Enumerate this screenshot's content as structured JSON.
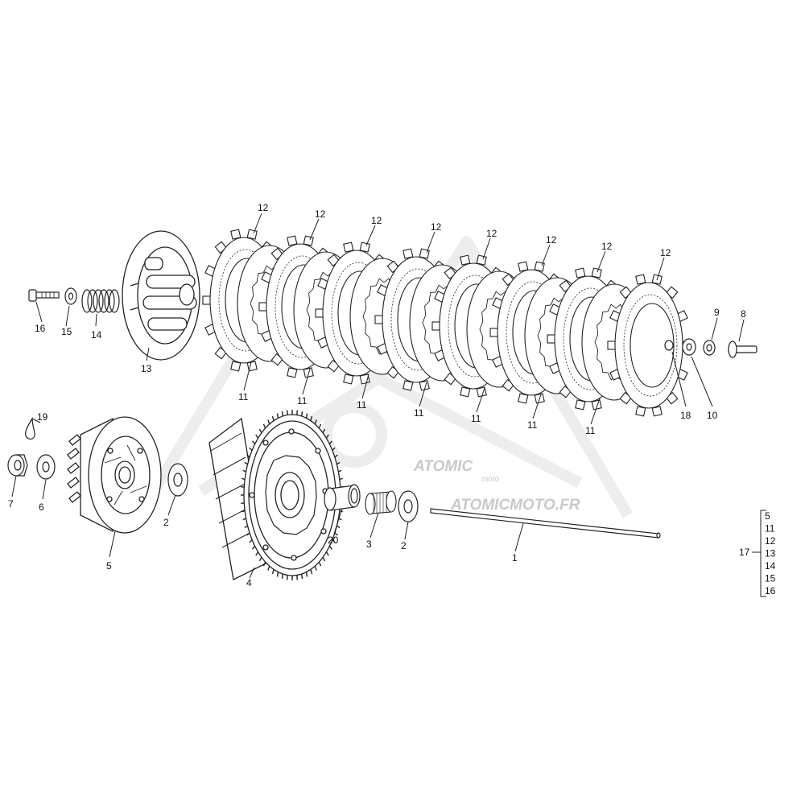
{
  "diagram": {
    "callouts": {
      "c1": "1",
      "c2a": "2",
      "c2b": "2",
      "c3": "3",
      "c4": "4",
      "c5": "5",
      "c6": "6",
      "c7": "7",
      "c8": "8",
      "c9": "9",
      "c10": "10",
      "c11a": "11",
      "c11b": "11",
      "c11c": "11",
      "c11d": "11",
      "c11e": "11",
      "c11f": "11",
      "c11g": "11",
      "c12a": "12",
      "c12b": "12",
      "c12c": "12",
      "c12d": "12",
      "c12e": "12",
      "c12f": "12",
      "c12g": "12",
      "c12h": "12",
      "c13": "13",
      "c14": "14",
      "c15": "15",
      "c16": "16",
      "c18": "18",
      "c19": "19",
      "c20": "20"
    },
    "kit": {
      "label": "17",
      "items": [
        "5",
        "11",
        "12",
        "13",
        "14",
        "15",
        "16"
      ]
    },
    "watermark": {
      "brand": "ATOMIC",
      "sub": "moto",
      "url": "ATOMICMOTO.FR"
    }
  }
}
